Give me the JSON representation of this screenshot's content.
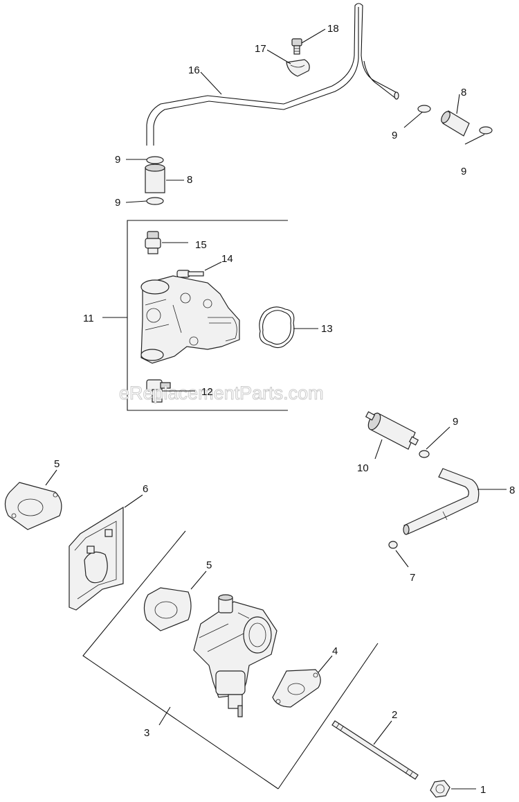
{
  "watermark": "eReplacementParts.com",
  "callouts": {
    "c18": "18",
    "c17": "17",
    "c16": "16",
    "c8a": "8",
    "c9a": "9",
    "c9b": "9",
    "c9c": "9",
    "c8b": "8",
    "c9d": "9",
    "c15": "15",
    "c14": "14",
    "c11": "11",
    "c13": "13",
    "c12": "12",
    "c9e": "9",
    "c10": "10",
    "c8c": "8",
    "c7": "7",
    "c5a": "5",
    "c6": "6",
    "c5b": "5",
    "c4": "4",
    "c3": "3",
    "c2": "2",
    "c1": "1"
  }
}
